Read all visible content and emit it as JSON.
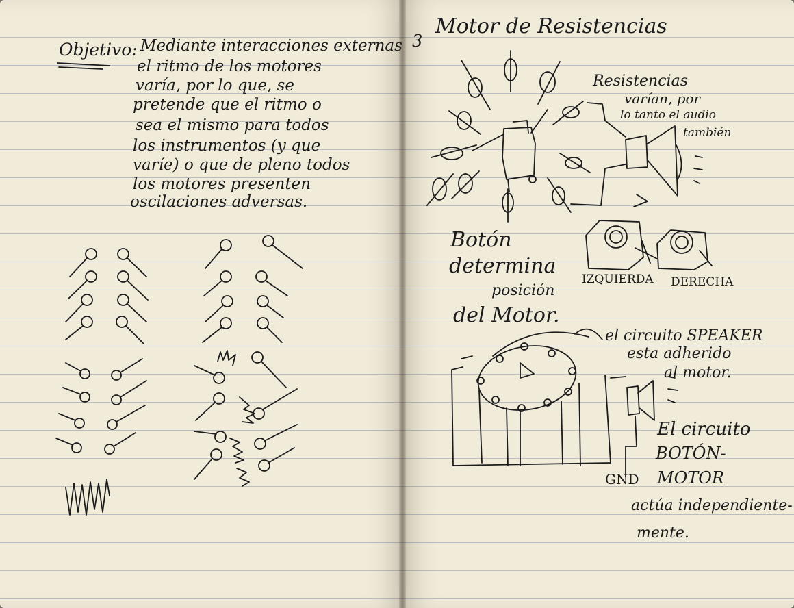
{
  "left_page": {
    "objective_label": "Objetivo:",
    "objective_lines": [
      "Mediante interacciones externas",
      "el ritmo de los motores",
      "varía, por lo que, se",
      "pretende que el ritmo o",
      "sea el mismo para todos",
      "los instrumentos (y que",
      "varíe) o que de pleno todos",
      "los motores presenten",
      "oscilaciones adversas."
    ]
  },
  "right_page": {
    "page_number": "3",
    "title": "Motor de Resistencias",
    "resistor_note": [
      "Resistencias",
      "varían, por",
      "lo tanto el audio",
      "también"
    ],
    "button_note": [
      "Botón",
      "determina",
      "posición",
      "del Motor."
    ],
    "direction_labels": {
      "left": "IZQUIERDA",
      "right": "DERECHA"
    },
    "speaker_note": [
      "el circuito SPEAKER",
      "esta adherido",
      "al motor."
    ],
    "circuit_note": [
      "El circuito",
      "BOTÓN-",
      "MOTOR",
      "actúa independiente-",
      "mente."
    ],
    "gnd_label": "GND"
  }
}
